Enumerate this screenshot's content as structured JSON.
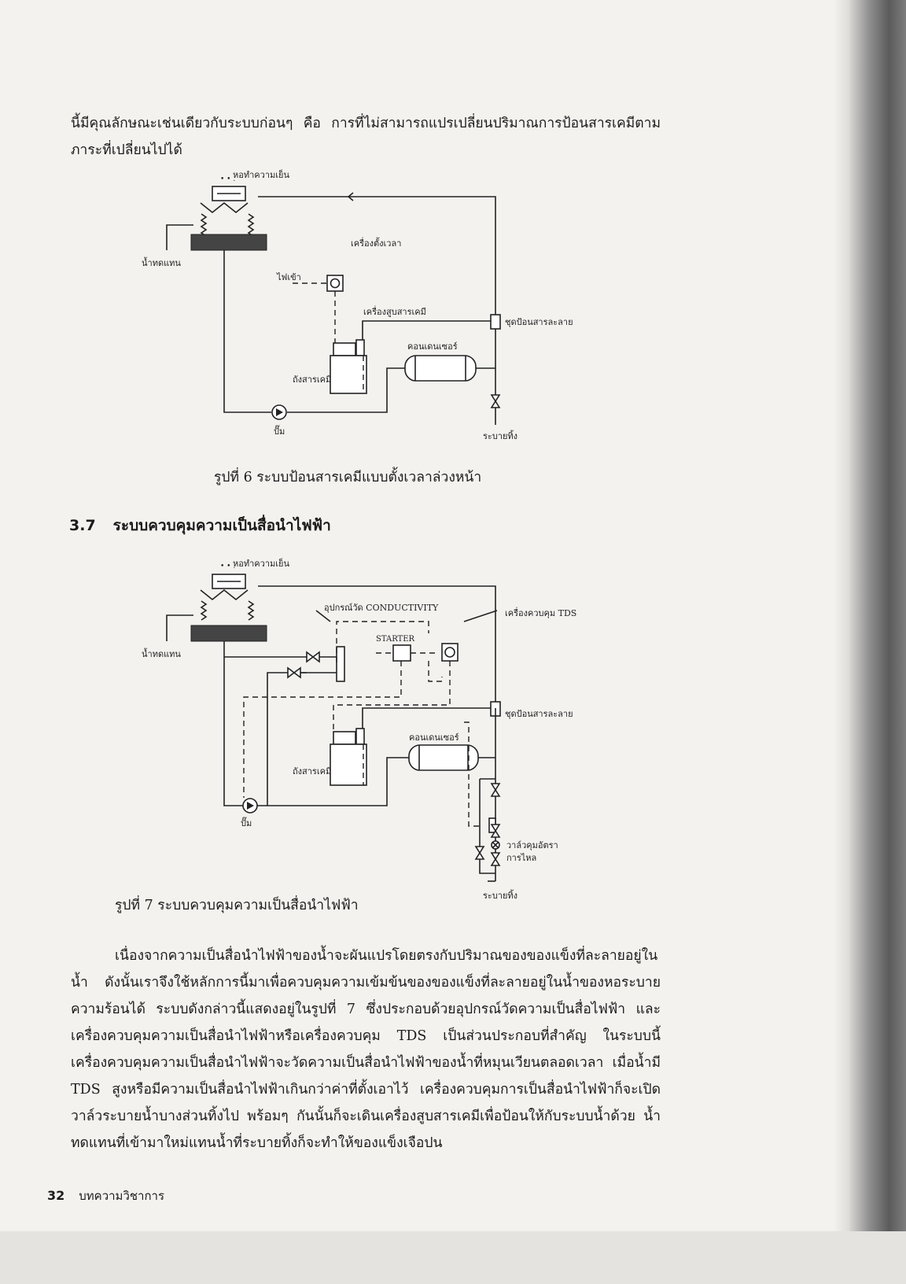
{
  "top_paragraph": "นี้มีคุณลักษณะเช่นเดียวกับระบบก่อนๆ คือ การที่ไม่สามารถแปรเปลี่ยนปริมาณการป้อนสารเคมีตามภาระที่เปลี่ยนไปได้",
  "figure6": {
    "caption": "รูปที่ 6 ระบบป้อนสารเคมีแบบตั้งเวลาล่วงหน้า",
    "labels": {
      "cooling_tower": "หอทำความเย็น",
      "makeup_water": "น้ำทดแทน",
      "timer": "เครื่องตั้งเวลา",
      "power_in": "ไฟเข้า",
      "chemical_pump": "เครื่องสูบสารเคมี",
      "chemical_feeder": "ชุดป้อนสารละลาย",
      "condenser": "คอนเดนเซอร์",
      "chemical_tank": "ถังสารเคมี",
      "pump": "ปั๊ม",
      "drain": "ระบายทิ้ง"
    }
  },
  "section": {
    "number": "3.7",
    "title": "ระบบควบคุมความเป็นสื่อนำไฟฟ้า"
  },
  "figure7": {
    "caption": "รูปที่ 7 ระบบควบคุมความเป็นสื่อนำไฟฟ้า",
    "labels": {
      "cooling_tower": "หอทำความเย็น",
      "makeup_water": "น้ำทดแทน",
      "conductivity_meter": "อุปกรณ์วัด CONDUCTIVITY",
      "tds_controller": "เครื่องควบคุม TDS",
      "starter": "STARTER",
      "chemical_feeder": "ชุดป้อนสารละลาย",
      "condenser": "คอนเดนเซอร์",
      "chemical_tank": "ถังสารเคมี",
      "pump": "ปั๊ม",
      "flow_valve_1": "วาล์วคุมอัตรา",
      "flow_valve_2": "การไหล",
      "drain": "ระบายทิ้ง"
    }
  },
  "body_paragraph": "เนื่องจากความเป็นสื่อนำไฟฟ้าของน้ำจะผันแปรโดยตรงกับปริมาณของของแข็งที่ละลายอยู่ในน้ำ ดังนั้นเราจึงใช้หลักการนี้มาเพื่อควบคุมความเข้มข้นของของแข็งที่ละลายอยู่ในน้ำของหอระบายความร้อนได้ ระบบดังกล่าวนี้แสดงอยู่ในรูปที่ 7 ซึ่งประกอบด้วยอุปกรณ์วัดความเป็นสื่อไฟฟ้า และเครื่องควบคุมความเป็นสื่อนำไฟฟ้าหรือเครื่องควบคุม TDS เป็นส่วนประกอบที่สำคัญ ในระบบนี้เครื่องควบคุมความเป็นสื่อนำไฟฟ้าจะวัดความเป็นสื่อนำไฟฟ้าของน้ำที่หมุนเวียนตลอดเวลา เมื่อน้ำมี TDS สูงหรือมีความเป็นสื่อนำไฟฟ้าเกินกว่าค่าที่ตั้งเอาไว้ เครื่องควบคุมการเป็นสื่อนำไฟฟ้าก็จะเปิดวาล์วระบายน้ำบางส่วนทิ้งไป พร้อมๆ กันนั้นก็จะเดินเครื่องสูบสารเคมีเพื่อป้อนให้กับระบบน้ำด้วย น้ำทดแทนที่เข้ามาใหม่แทนน้ำที่ระบายทิ้งก็จะทำให้ของแข็งเจือปน",
  "footer": {
    "page_number": "32",
    "section_name": "บทความวิชาการ"
  }
}
